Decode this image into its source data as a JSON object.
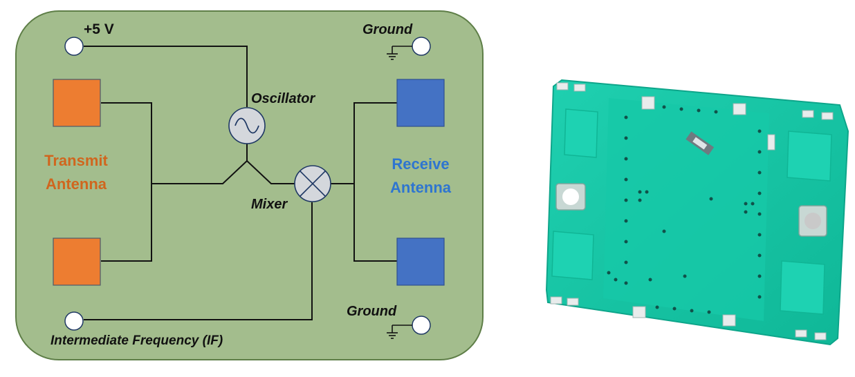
{
  "labels": {
    "power": "+5 V",
    "ground_top": "Ground",
    "ground_bottom": "Ground",
    "oscillator": "Oscillator",
    "mixer": "Mixer",
    "transmit_line1": "Transmit",
    "transmit_line2": "Antenna",
    "receive_line1": "Receive",
    "receive_line2": "Antenna",
    "if_output": "Intermediate Frequency (IF)"
  },
  "colors": {
    "board": "#a3bd8d",
    "board_border": "#5e7e47",
    "transmit": "#ed7d31",
    "receive": "#4472c4",
    "wire": "#111111",
    "pcb": "#14c4a4"
  },
  "icons": {
    "oscillator": "sine-wave-icon",
    "mixer": "mixer-cross-icon",
    "ground": "ground-symbol-icon"
  }
}
